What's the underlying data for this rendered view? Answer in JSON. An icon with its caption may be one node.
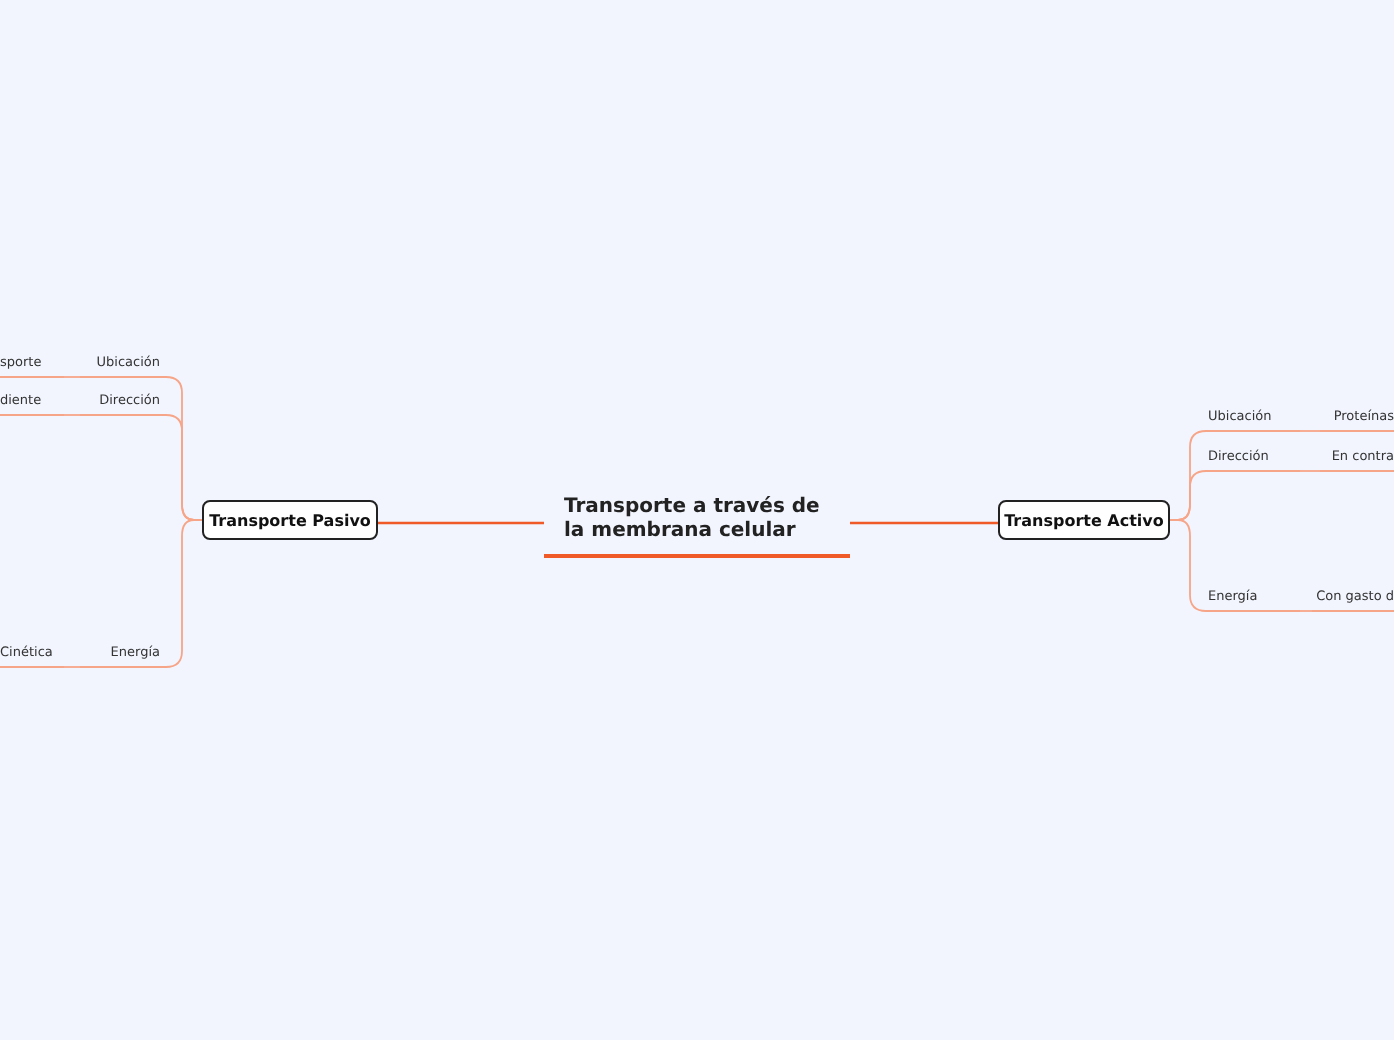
{
  "diagram": {
    "nodes": [
      {
        "text": [
          "Transporte a través de la membrana celular"
        ]
      },
      {
        "text": [
          "Transporte Pasivo"
        ]
      },
      {
        "text": [
          "Ubicación"
        ]
      },
      {
        "text": [
          "sporte"
        ]
      },
      {
        "text": [
          "Dirección"
        ]
      },
      {
        "text": [
          "diente"
        ]
      },
      {
        "text": [
          "Energía"
        ]
      },
      {
        "text": [
          "Cinética"
        ]
      },
      {
        "text": [
          "Transporte Activo"
        ]
      },
      {
        "text": [
          "Ubicación"
        ]
      },
      {
        "text": [
          "Proteínas"
        ]
      },
      {
        "text": [
          "Dirección"
        ]
      },
      {
        "text": [
          "En contra"
        ]
      },
      {
        "text": [
          "Energía"
        ]
      },
      {
        "text": [
          "Con gasto d"
        ]
      }
    ],
    "edges": [
      {
        "from": 0,
        "to": 1,
        "arrow": "none",
        "color": "#f05a28"
      },
      {
        "from": 1,
        "to": 2,
        "arrow": "none"
      },
      {
        "from": 2,
        "to": 3,
        "arrow": "none"
      },
      {
        "from": 1,
        "to": 4,
        "arrow": "none"
      },
      {
        "from": 4,
        "to": 5,
        "arrow": "none"
      },
      {
        "from": 1,
        "to": 6,
        "arrow": "none"
      },
      {
        "from": 6,
        "to": 7,
        "arrow": "none"
      },
      {
        "from": 0,
        "to": 8,
        "arrow": "none",
        "color": "#f05a28"
      },
      {
        "from": 8,
        "to": 9,
        "arrow": "none"
      },
      {
        "from": 9,
        "to": 10,
        "arrow": "none"
      },
      {
        "from": 8,
        "to": 11,
        "arrow": "none"
      },
      {
        "from": 11,
        "to": 12,
        "arrow": "none"
      },
      {
        "from": 8,
        "to": 13,
        "arrow": "none"
      },
      {
        "from": 13,
        "to": 14,
        "arrow": "none"
      }
    ]
  }
}
